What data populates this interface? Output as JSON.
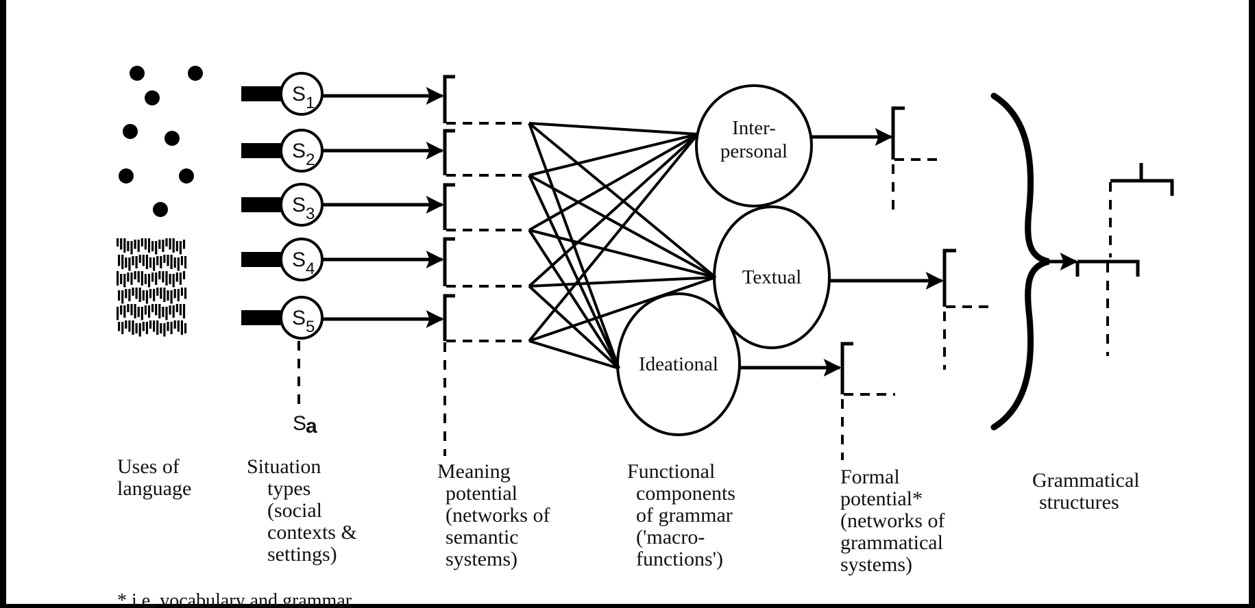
{
  "situations": [
    {
      "letter": "S",
      "sub": "1"
    },
    {
      "letter": "S",
      "sub": "2"
    },
    {
      "letter": "S",
      "sub": "3"
    },
    {
      "letter": "S",
      "sub": "4"
    },
    {
      "letter": "S",
      "sub": "5"
    }
  ],
  "extra_situation": {
    "letter": "S",
    "sub": "a"
  },
  "components": {
    "interpersonal": [
      "Inter-",
      "personal"
    ],
    "textual": "Textual",
    "ideational": "Ideational"
  },
  "labels": {
    "uses": [
      "Uses of",
      "language"
    ],
    "situation_types": [
      "Situation",
      "types",
      "(social",
      "contexts &",
      "settings)"
    ],
    "meaning_potential": [
      "Meaning",
      "potential",
      "(networks of",
      "semantic",
      "systems)"
    ],
    "functional_components": [
      "Functional",
      "components",
      "of grammar",
      "('macro-",
      "functions')"
    ],
    "formal_potential": [
      "Formal",
      "potential*",
      "(networks of",
      "grammatical",
      "systems)"
    ],
    "grammatical_structures": [
      "Grammatical",
      "structures"
    ]
  },
  "footnote": "* i.e. vocabulary and grammar"
}
